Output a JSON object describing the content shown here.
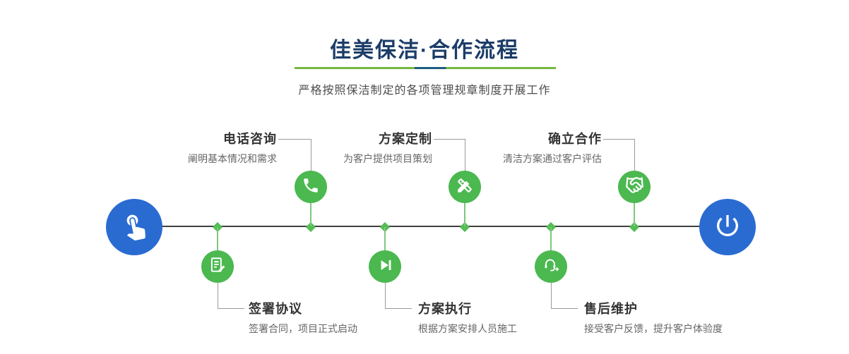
{
  "header": {
    "title": "佳美保洁·合作流程",
    "subtitle": "严格按照保洁制定的各项管理规章制度开展工作"
  },
  "steps": {
    "top": [
      {
        "label": "电话咨询",
        "desc": "阐明基本情况和需求",
        "icon": "phone-icon"
      },
      {
        "label": "方案定制",
        "desc": "为客户提供项目策划",
        "icon": "design-pencil-icon"
      },
      {
        "label": "确立合作",
        "desc": "清洁方案通过客户评估",
        "icon": "handshake-icon"
      }
    ],
    "bottom": [
      {
        "label": "签署协议",
        "desc": "签署合同，项目正式启动",
        "icon": "contract-sign-icon"
      },
      {
        "label": "方案执行",
        "desc": "根据方案安排人员施工",
        "icon": "play-execute-icon"
      },
      {
        "label": "售后维护",
        "desc": "接受客户反馈，提升客户体验度",
        "icon": "headset-support-icon"
      }
    ]
  },
  "endpoints": {
    "start_icon": "hand-pointer-icon",
    "end_icon": "power-icon"
  },
  "colors": {
    "title_navy": "#1b3c68",
    "accent_green": "#4bb850",
    "accent_blue": "#2a6bd2",
    "divider_green": "#76b93e",
    "divider_blue": "#1c5c84",
    "timeline_dark": "#3f3f3f"
  }
}
